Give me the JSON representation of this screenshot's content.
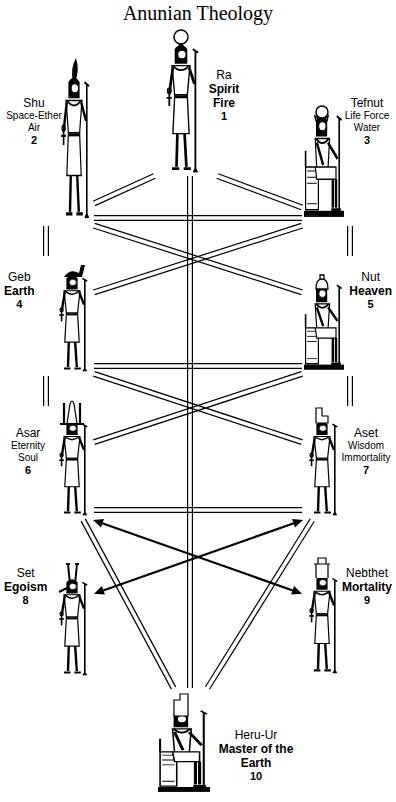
{
  "diagram": {
    "title": "Anunian Theology",
    "nodes": [
      {
        "text": [
          "Ra",
          "Spirit Fire",
          "1"
        ]
      },
      {
        "text": [
          "Shu",
          "Space-Ether Air",
          "2"
        ]
      },
      {
        "text": [
          "Tefnut",
          "Life Force Water",
          "3"
        ]
      },
      {
        "text": [
          "Geb",
          "Earth",
          "4"
        ]
      },
      {
        "text": [
          "Nut",
          "Heaven",
          "5"
        ]
      },
      {
        "text": [
          "Asar",
          "Eternity Soul",
          "6"
        ]
      },
      {
        "text": [
          "Aset",
          "Wisdom Immortality",
          "7"
        ]
      },
      {
        "text": [
          "Set",
          "Egoism",
          "8"
        ]
      },
      {
        "text": [
          "Nebthet",
          "Mortality",
          "9"
        ]
      },
      {
        "text": [
          "Heru-Ur",
          "Master of the Earth",
          "10"
        ]
      }
    ],
    "edges": [
      {
        "from": 0,
        "to": 1,
        "arrow": "none"
      },
      {
        "from": 0,
        "to": 2,
        "arrow": "none"
      },
      {
        "from": 0,
        "to": 9,
        "arrow": "none"
      },
      {
        "from": 1,
        "to": 2,
        "arrow": "none"
      },
      {
        "from": 1,
        "to": 3,
        "arrow": "none"
      },
      {
        "from": 2,
        "to": 4,
        "arrow": "none"
      },
      {
        "from": 1,
        "to": 4,
        "arrow": "none"
      },
      {
        "from": 2,
        "to": 3,
        "arrow": "none"
      },
      {
        "from": 3,
        "to": 4,
        "arrow": "none"
      },
      {
        "from": 3,
        "to": 5,
        "arrow": "none"
      },
      {
        "from": 4,
        "to": 6,
        "arrow": "none"
      },
      {
        "from": 3,
        "to": 6,
        "arrow": "none"
      },
      {
        "from": 4,
        "to": 5,
        "arrow": "none"
      },
      {
        "from": 5,
        "to": 6,
        "arrow": "none"
      },
      {
        "from": 5,
        "to": 8,
        "arrow": "both"
      },
      {
        "from": 6,
        "to": 7,
        "arrow": "both"
      },
      {
        "from": 5,
        "to": 9,
        "arrow": "none"
      },
      {
        "from": 6,
        "to": 9,
        "arrow": "none"
      }
    ]
  }
}
